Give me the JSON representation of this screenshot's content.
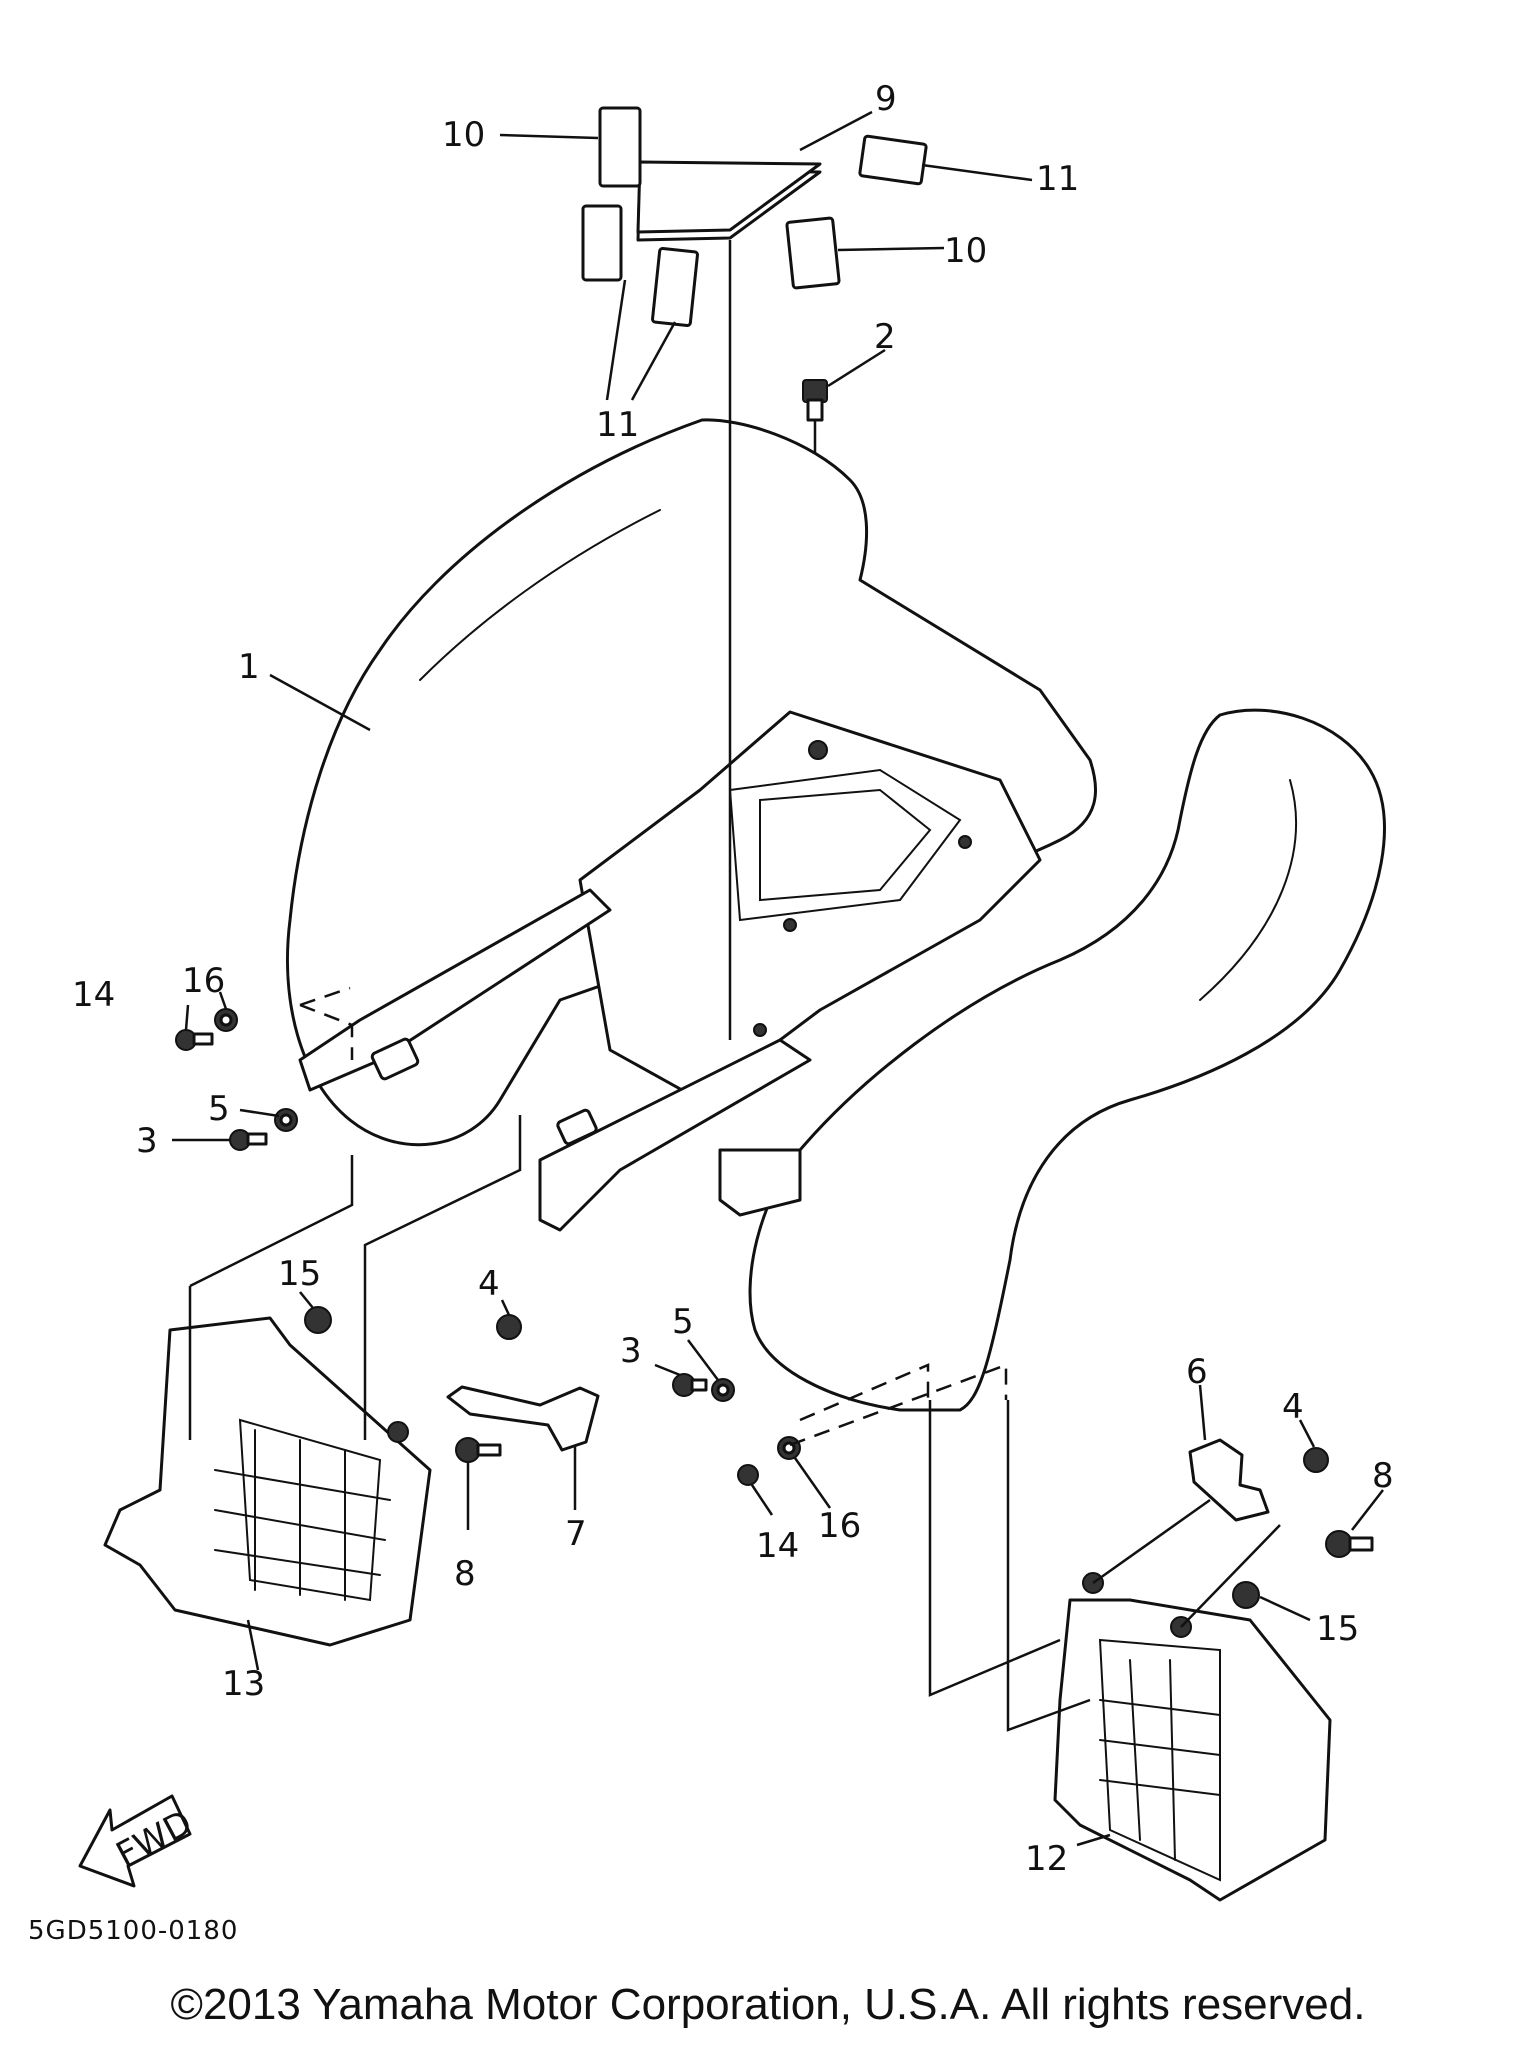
{
  "diagram": {
    "callouts": {
      "c1": "1",
      "c2": "2",
      "c3a": "3",
      "c3b": "3",
      "c4a": "4",
      "c4b": "4",
      "c5a": "5",
      "c5b": "5",
      "c6": "6",
      "c7": "7",
      "c8a": "8",
      "c8b": "8",
      "c9": "9",
      "c10a": "10",
      "c10b": "10",
      "c11a": "11",
      "c11b": "11",
      "c12": "12",
      "c13": "13",
      "c14a": "14",
      "c14b": "14",
      "c15a": "15",
      "c15b": "15",
      "c16a": "16",
      "c16b": "16"
    },
    "fwd_label": "FWD",
    "diagram_code": "5GD5100-0180"
  },
  "footer": {
    "copyright": "©2013 Yamaha Motor Corporation, U.S.A. All rights reserved."
  }
}
